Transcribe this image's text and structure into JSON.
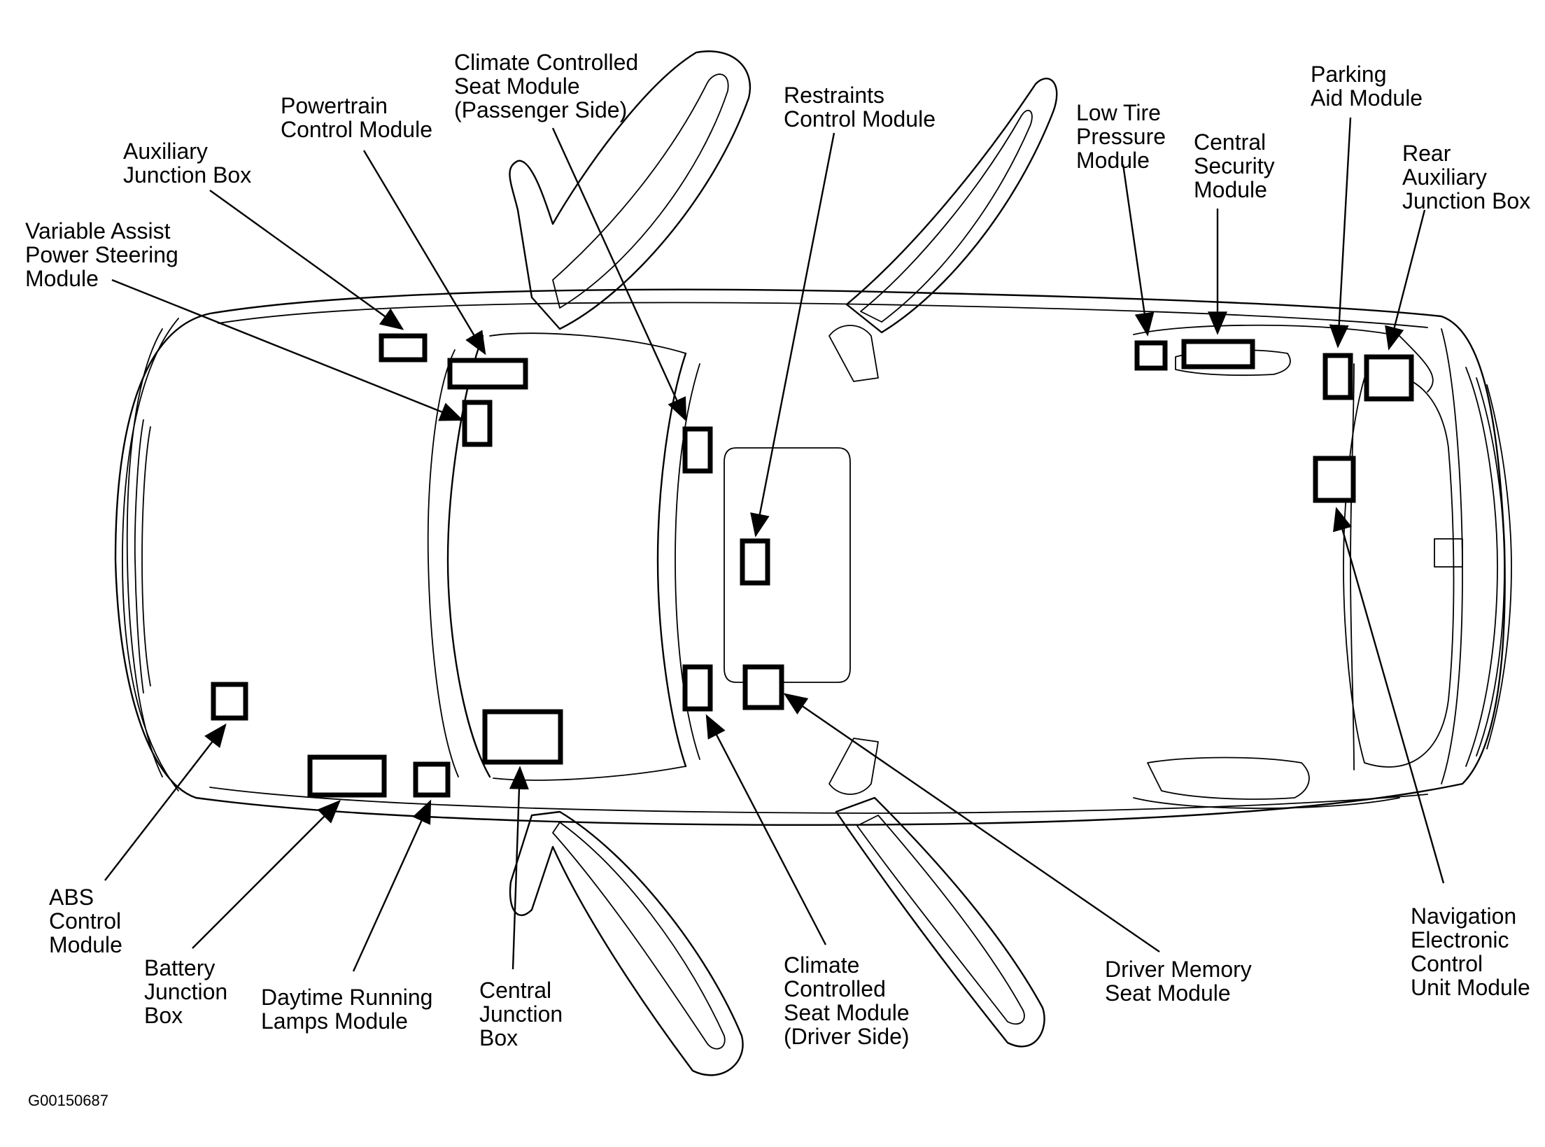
{
  "figure_code": "G00150687",
  "labels": {
    "climate_passenger": "Climate Controlled\nSeat Module\n(Passenger Side)",
    "powertrain": "Powertrain\nControl Module",
    "auxiliary_jb": "Auxiliary\nJunction Box",
    "vaps": "Variable Assist\nPower Steering\nModule",
    "restraints": "Restraints\nControl Module",
    "low_tire": "Low Tire\nPressure\nModule",
    "central_security": "Central\nSecurity\nModule",
    "parking_aid": "Parking\nAid Module",
    "rear_aux_jb": "Rear\nAuxiliary\nJunction Box",
    "abs": "ABS\nControl\nModule",
    "battery_jb": "Battery\nJunction\nBox",
    "drl": "Daytime Running\nLamps Module",
    "central_jb": "Central\nJunction\nBox",
    "climate_driver": "Climate\nControlled\nSeat Module\n(Driver Side)",
    "driver_memory": "Driver Memory\nSeat Module",
    "navigation": "Navigation\nElectronic\nControl\nUnit Module"
  }
}
